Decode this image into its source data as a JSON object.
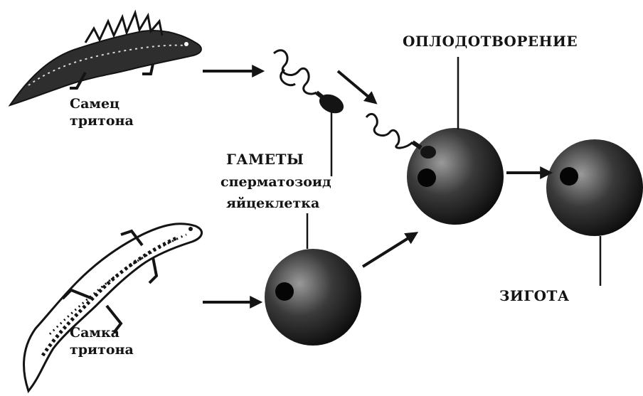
{
  "colors": {
    "ink": "#141414",
    "paper": "#ffffff"
  },
  "labels": {
    "male": [
      "Самец",
      "тритона"
    ],
    "female": [
      "Самка",
      "тритона"
    ],
    "gametes": "ГАМЕТЫ",
    "sperm": "сперматозоид",
    "egg": "яйцеклетка",
    "fertilization": "ОПЛОДОТВОРЕНИЕ",
    "zygote": "ЗИГОТА"
  },
  "icons": [
    "male-newt-icon",
    "female-newt-icon",
    "sperm-icon",
    "egg-cell-icon",
    "fertilized-egg-icon",
    "zygote-icon",
    "arrow-icon"
  ]
}
